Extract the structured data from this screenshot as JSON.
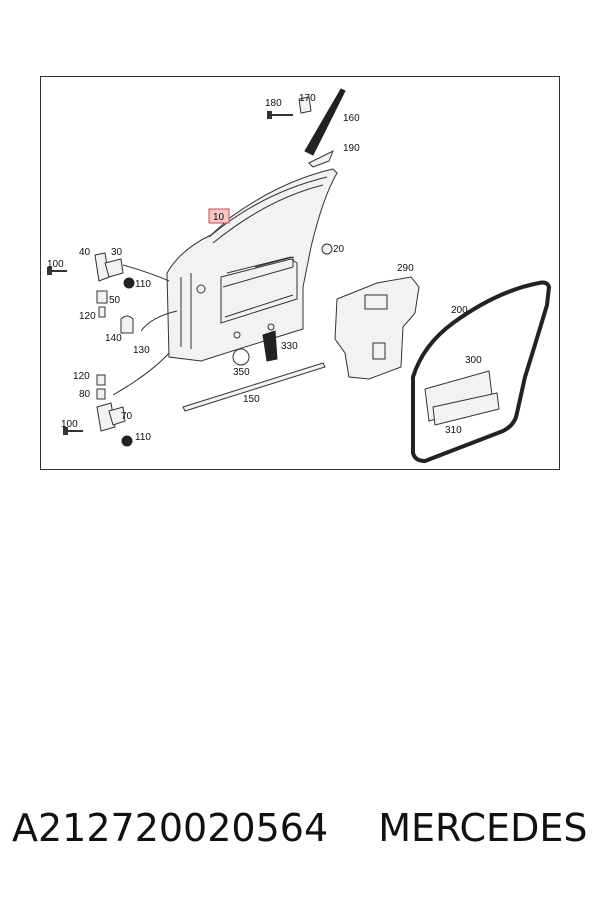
{
  "diagram": {
    "callouts": {
      "c10": "10",
      "c20": "20",
      "c30": "30",
      "c40": "40",
      "c50": "50",
      "c70": "70",
      "c80": "80",
      "c100a": "100",
      "c100b": "100",
      "c110a": "110",
      "c110b": "110",
      "c120a": "120",
      "c120b": "120",
      "c130": "130",
      "c140": "140",
      "c150": "150",
      "c160": "160",
      "c170": "170",
      "c180": "180",
      "c190": "190",
      "c200": "200",
      "c290": "290",
      "c300": "300",
      "c310": "310",
      "c330": "330",
      "c350": "350"
    },
    "highlighted_callout": "10",
    "highlight_color": "#f4c6c6",
    "highlight_border": "#c0504d"
  },
  "caption": {
    "part_number": "A212720020564",
    "manufacturer": "MERCEDES"
  }
}
